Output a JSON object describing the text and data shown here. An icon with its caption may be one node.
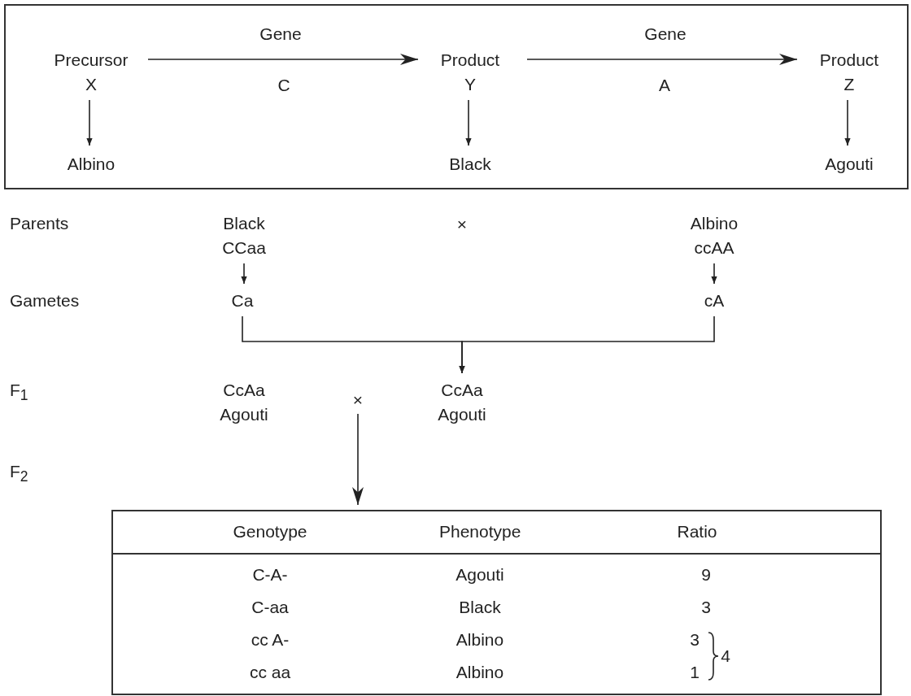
{
  "diagram": {
    "nodes": [
      {
        "text": [],
        "shape": "box"
      },
      {
        "text": [
          "Precursor",
          "X"
        ],
        "in": 0
      },
      {
        "text": [
          "Product",
          "Y"
        ],
        "in": 0
      },
      {
        "text": [
          "Product",
          "Z"
        ],
        "in": 0
      },
      {
        "text": [
          "Albino"
        ],
        "in": 0
      },
      {
        "text": [
          "Black"
        ],
        "in": 0
      },
      {
        "text": [
          "Agouti"
        ],
        "in": 0
      },
      {
        "text": [
          "Black",
          "CCaa"
        ]
      },
      {
        "text": [
          "Albino",
          "ccAA"
        ]
      },
      {
        "text": [
          "Ca"
        ]
      },
      {
        "text": [
          "cA"
        ]
      },
      {
        "text": [
          "CcAa",
          "Agouti"
        ]
      },
      {
        "text": [
          "×"
        ]
      },
      {
        "text": [
          "CcAa",
          "Agouti"
        ]
      },
      {
        "text": [
          "Genotype",
          "Phenotype",
          "Ratio",
          "C-A-",
          "Agouti",
          "9",
          "C-aa",
          "Black",
          "3",
          "cc A-",
          "Albino",
          "3",
          "cc aa",
          "Albino",
          "1",
          "4"
        ]
      }
    ],
    "edges": [
      {
        "from": 1,
        "to": 2,
        "arrow": "to"
      },
      {
        "from": 2,
        "to": 3,
        "arrow": "to"
      },
      {
        "from": 1,
        "to": 4,
        "arrow": "to"
      },
      {
        "from": 2,
        "to": 5,
        "arrow": "to"
      },
      {
        "from": 3,
        "to": 6,
        "arrow": "to"
      },
      {
        "from": 7,
        "to": 9,
        "arrow": "to"
      },
      {
        "from": 8,
        "to": 10,
        "arrow": "to"
      },
      {
        "from": 9,
        "to": 13,
        "arrow": "to"
      },
      {
        "from": 10,
        "to": 13,
        "arrow": "to"
      },
      {
        "from": 12,
        "to": 14,
        "arrow": "to"
      }
    ],
    "labels": [
      "Gene",
      "C",
      "Gene",
      "A",
      "Parents",
      "×",
      "Gametes",
      "F$_{1}$",
      "F$_{2}$"
    ]
  }
}
